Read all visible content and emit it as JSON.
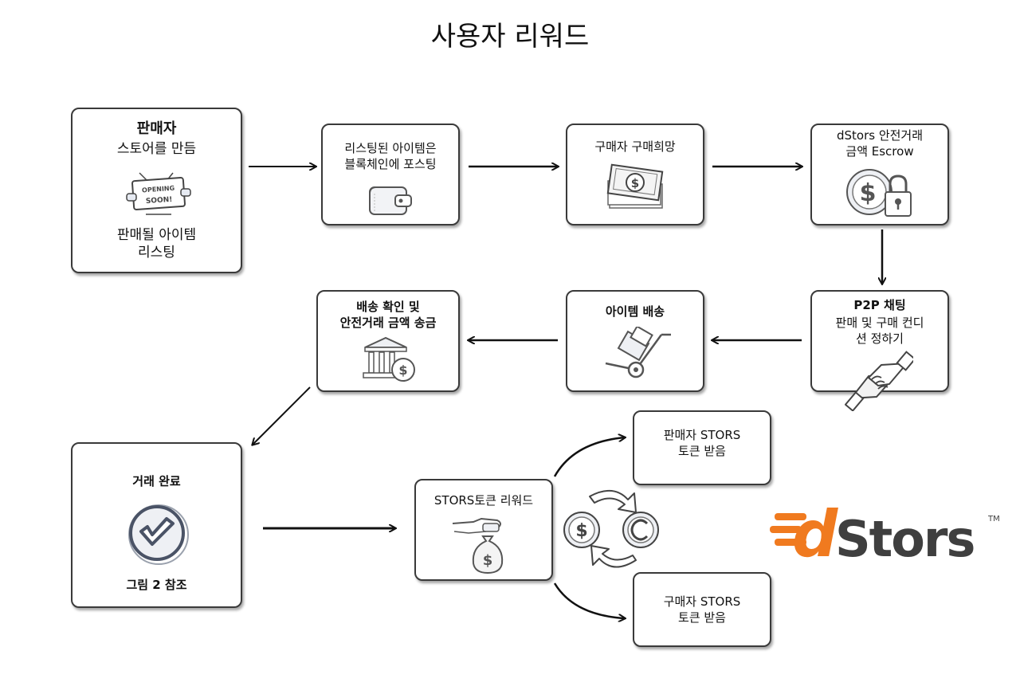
{
  "title": "사용자 리워드",
  "nodes": {
    "seller": {
      "heading": "판매자",
      "line1": "스토어를 만듬",
      "line2": "판매될 아이템",
      "line3": "리스팅",
      "icon": "opening-soon-sign-icon"
    },
    "listing": {
      "line1": "리스팅된 아이템은",
      "line2": "블록체인에 포스팅",
      "icon": "wallet-icon"
    },
    "buyer_intent": {
      "line1": "구매자 구매희망",
      "icon": "cash-stack-icon"
    },
    "escrow": {
      "line1": "dStors 안전거래",
      "line2": "금액 Escrow",
      "icon": "dollar-coin-lock-icon"
    },
    "p2p_chat": {
      "line1": "P2P 채팅",
      "line2": "판매 및 구매 컨디",
      "line3": "션 정하기",
      "icon": "handshake-icon"
    },
    "delivery": {
      "line1": "아이템 배송",
      "icon": "hand-truck-icon"
    },
    "confirm": {
      "line1": "배송 확인 및",
      "line2": "안전거래 금액 송금",
      "icon": "bank-dollar-icon"
    },
    "complete": {
      "line1": "거래 완료",
      "line2": "그림 2 참조",
      "icon": "check-badge-icon"
    },
    "reward": {
      "line1": "STORS토큰 리워드",
      "icon": "hand-money-bag-icon"
    },
    "seller_token": {
      "line1": "판매자 STORS",
      "line2": "토큰 받음"
    },
    "buyer_token": {
      "line1": "구매자 STORS",
      "line2": "토큰 받음"
    }
  },
  "exchange_icon": "coin-exchange-cycle-icon",
  "sign_text": {
    "top": "OPENING",
    "bottom": "SOON!"
  },
  "logo": {
    "name": "dStors",
    "tm": "TM",
    "brand_color": "#f07a1f",
    "text_color": "#3f3f3f"
  }
}
